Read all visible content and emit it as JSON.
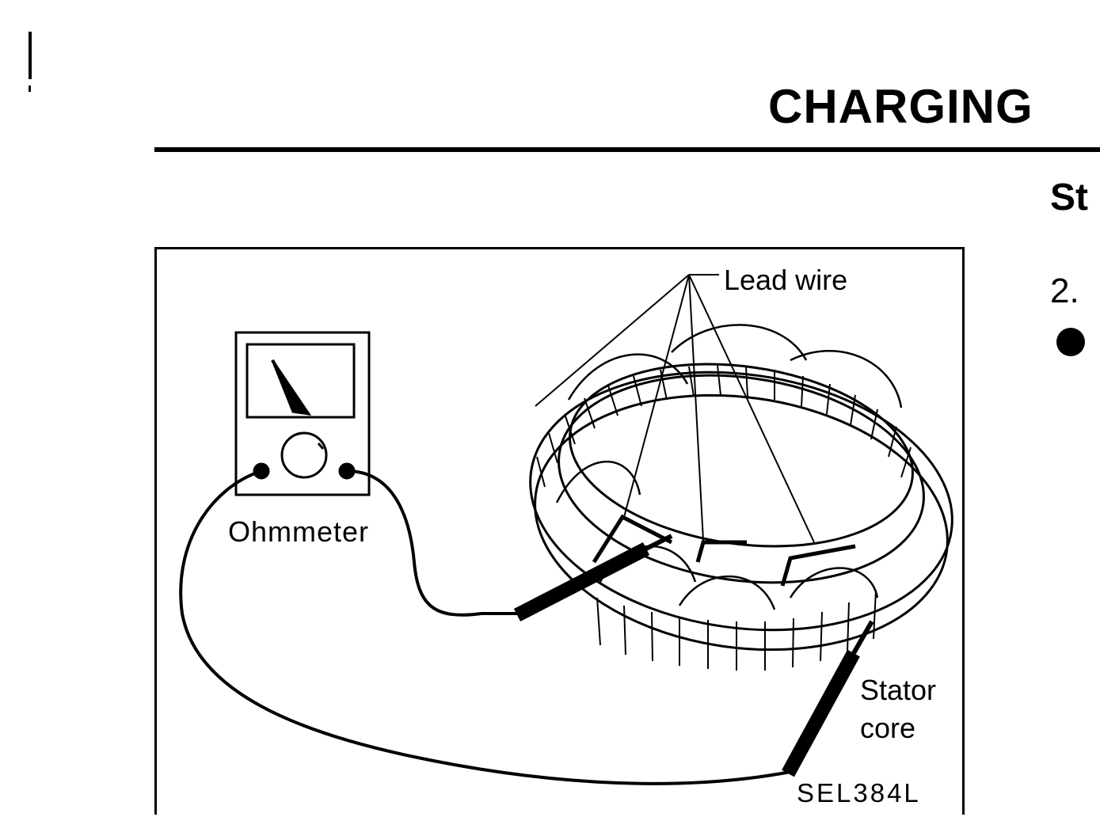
{
  "header": {
    "section_title": "CHARGING"
  },
  "right_column": {
    "heading_fragment": "St",
    "step_fragment": "2."
  },
  "figure": {
    "labels": {
      "lead_wire": "Lead wire",
      "ohmmeter": "Ohmmeter",
      "stator": "Stator",
      "core": "core",
      "figure_code": "SEL384L"
    },
    "icons": [
      "ohmmeter-icon",
      "stator-icon",
      "probe-icon"
    ]
  }
}
